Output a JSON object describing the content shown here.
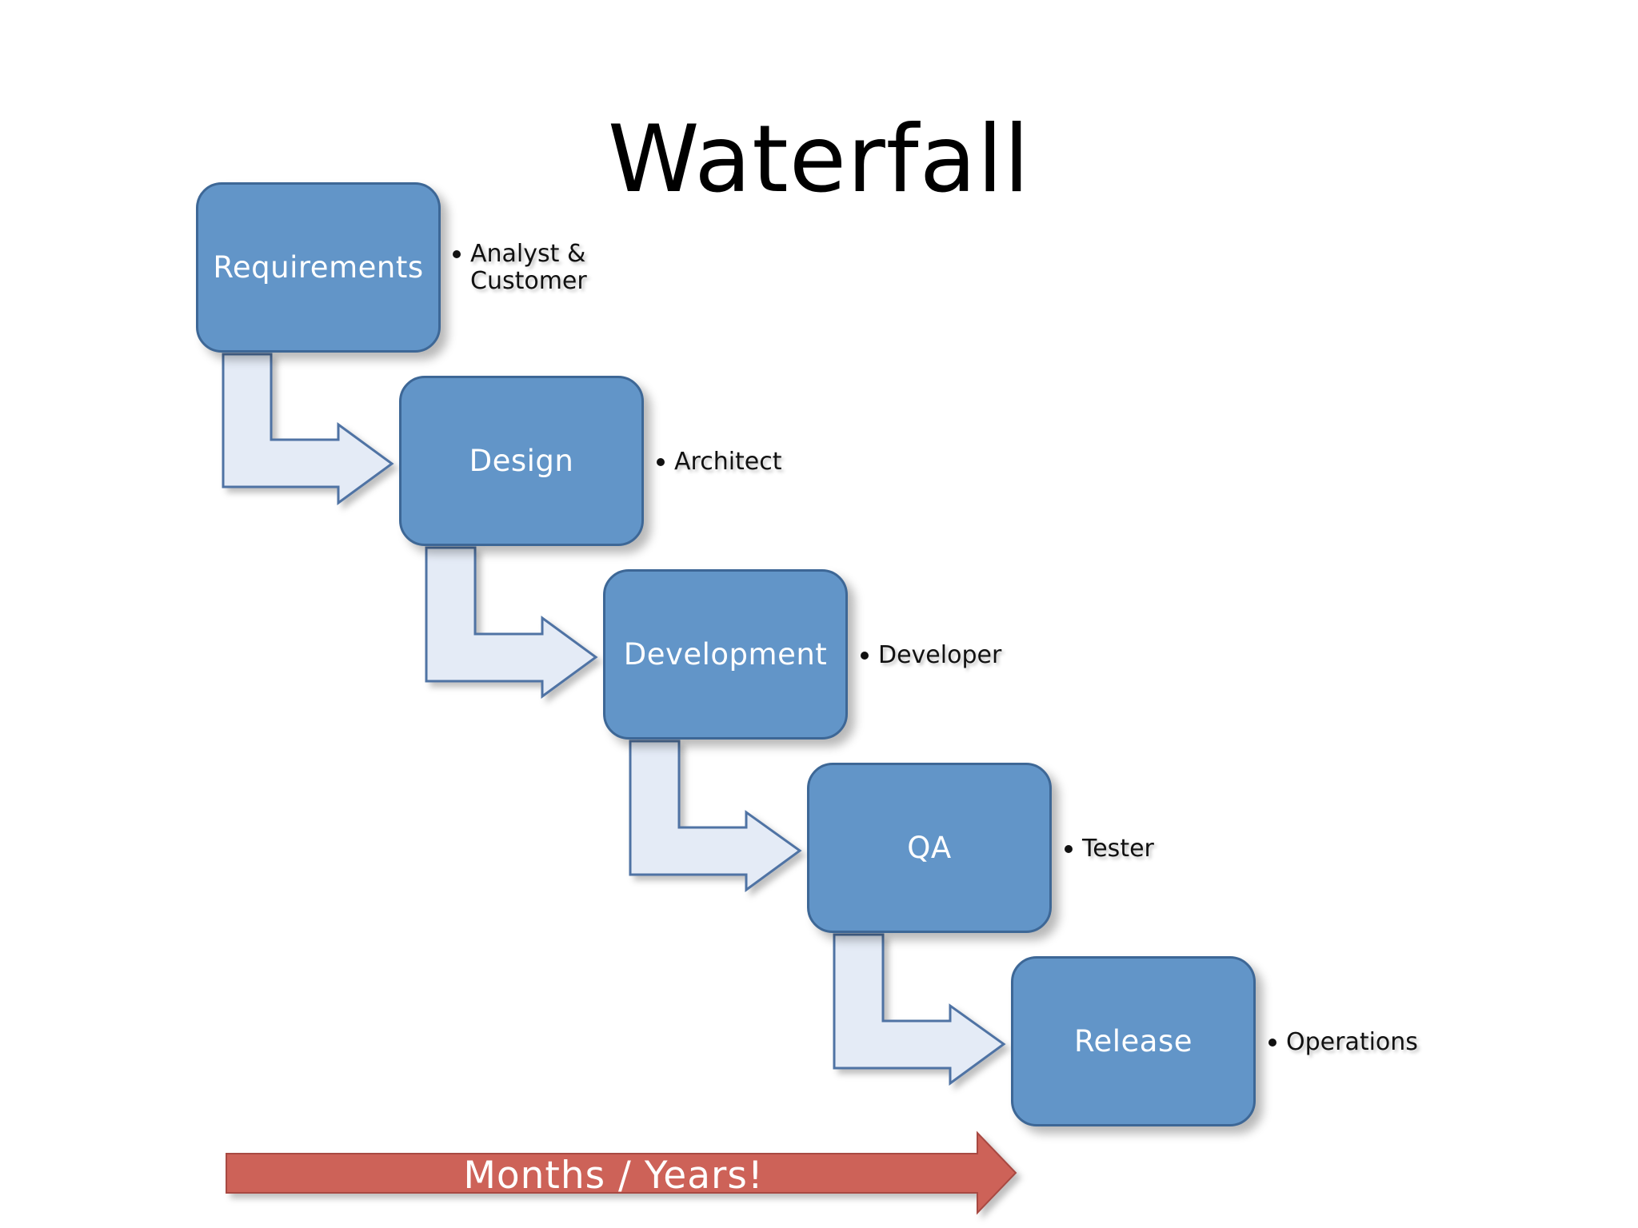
{
  "diagram": {
    "title": "Waterfall",
    "stages": [
      {
        "label": "Requirements",
        "role": "Analyst &\nCustomer"
      },
      {
        "label": "Design",
        "role": "Architect"
      },
      {
        "label": "Development",
        "role": "Developer"
      },
      {
        "label": "QA",
        "role": "Tester"
      },
      {
        "label": "Release",
        "role": "Operations"
      }
    ],
    "timeline": {
      "label": "Months / Years!"
    },
    "colors": {
      "stage_fill": "#6295c8",
      "stage_border": "#3d6796",
      "connector_fill": "#e4ebf6",
      "connector_border": "#4f73a4",
      "timeline_fill": "#cd6258",
      "timeline_border": "#a84a42"
    }
  }
}
